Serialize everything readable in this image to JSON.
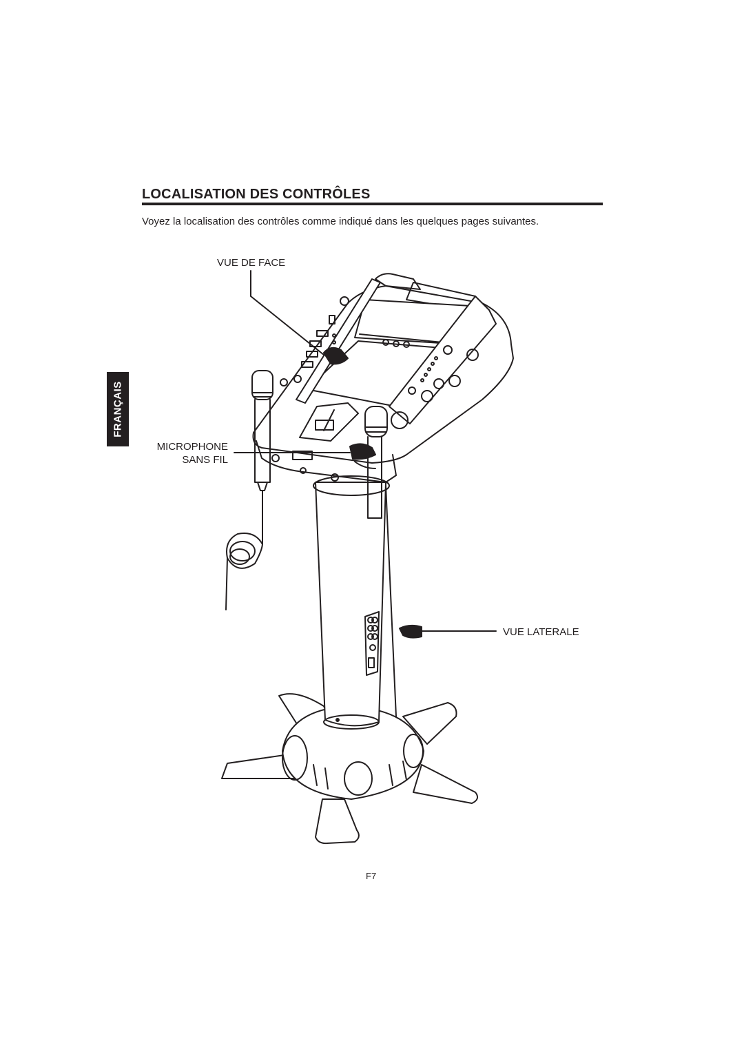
{
  "page": {
    "title": "LOCALISATION DES CONTRÔLES",
    "intro": "Voyez la localisation des contrôles comme indiqué dans les quelques pages suivantes.",
    "language_tab": "FRANÇAIS",
    "page_number": "F7"
  },
  "labels": {
    "front_view": "VUE DE FACE",
    "wireless_mic_line1": "MICROPHONE",
    "wireless_mic_line2": "SANS FIL",
    "side_view": "VUE LATERALE"
  },
  "colors": {
    "ink": "#231f20",
    "background": "#ffffff"
  }
}
